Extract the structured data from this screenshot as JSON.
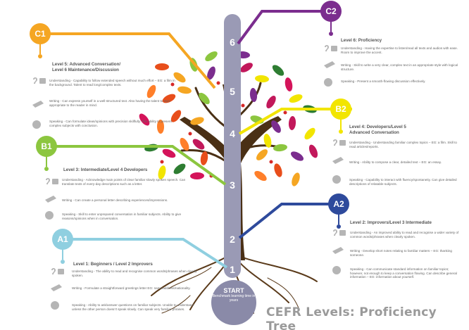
{
  "title": "CEFR Levels: Proficiency Tree",
  "start": {
    "label": "START",
    "sub": "Benchmark learning time in years"
  },
  "years": [
    "1",
    "2",
    "3",
    "4",
    "5",
    "6"
  ],
  "colors": {
    "a1": "#8fcfe0",
    "a2": "#2e4a9c",
    "b1": "#8cc63f",
    "b2": "#f2e500",
    "c1": "#f5a623",
    "c2": "#7b2d8e",
    "trunk_bar": "#9a9ab5"
  },
  "levels": {
    "c1": {
      "badge": "C1",
      "heading": "Level 5: Advanced Conversation/\nLevel 6 Maintenance/Discussion",
      "understanding": "Understanding - Capability to follow extended speech without much effort – EG: a film in the background. Talent to read long/complex texts.",
      "writing": "Writing - Can express yourself in a well-structured text. Also having the talent to style appropriate to the reader in mind.",
      "speaking": "Speaking - Can formulate ideas/opinions with precision skillfully. The ability to present complex subjects with conclusion."
    },
    "c2": {
      "badge": "C2",
      "heading": "Level 6: Proficiency",
      "understanding": "Understanding - Having the expertise to listen/read all texts and audios with ease. Room to improve the accent.",
      "writing": "Writing - Skill to write a very clear, complex text in an appropriate style with logical structure.",
      "speaking": "Speaking - Present a smooth-flowing discussion effectively."
    },
    "b1": {
      "badge": "B1",
      "heading": "Level 3: Intermediate/Level 4 Developers",
      "understanding": "Understanding - Acknowledge main points of clear familiar slowly spoken speech. Can translate texts of every-day descriptions such as a letter.",
      "writing": "Writing - Can create a personal letter describing experiences/impressions.",
      "speaking": "Speaking - Skill to enter unprepared conversation in familiar subjects. Ability to give reasons/opinions when in conversation."
    },
    "b2": {
      "badge": "B2",
      "heading": "Level 4: Developers/Level 5\nAdvanced Conversation",
      "understanding": "Understanding - Understanding familiar complex topics – EG: a film. Skill to read articles/reports.",
      "writing": "Writing - Ability to compose a clear, detailed text – EG: an essay.",
      "speaking": "Speaking - Capability to interact with fluency/spontaneity. Can give detailed descriptions of relatable subjects."
    },
    "a2": {
      "badge": "A2",
      "heading": "Level 2: Improvers/Level 3 Intermediate",
      "understanding": "Understanding - An improved ability to read and recognise a wider variety of common words/phrases when clearly spoken.",
      "writing": "Writing - Develop short notes relating to familiar matters – EG: thanking someone.",
      "speaking": "Speaking - Can communicate standard information on familiar topics; however, not enough to keep a conversation flowing. Can describe general information – EG: information about yourself."
    },
    "a1": {
      "badge": "A1",
      "heading": "Level 1: Beginners / Level 2 Improvers",
      "understanding": "Understanding - The ability to read and recognise common words/phrases when clearly spoken.",
      "writing": "Writing - Formulate a straightforward greetings letter EG: name/address/nationality.",
      "speaking": "Speaking - Ability to ask/answer questions on familiar subjects. Unable to understand unless the other person doesn't speak slowly. Can speak very familiar phrases."
    }
  },
  "icons": [
    "ear-icon",
    "book-icon",
    "pen-hand-icon",
    "speaking-head-icon"
  ]
}
